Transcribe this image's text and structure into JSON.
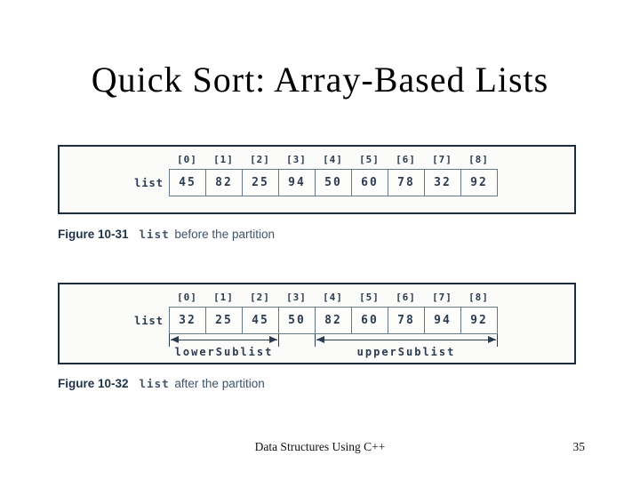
{
  "slide": {
    "title": "Quick Sort: Array-Based Lists",
    "footer": {
      "text": "Data Structures Using C++",
      "page_number": "35"
    }
  },
  "figures": [
    {
      "caption_label": "Figure 10-31",
      "caption_code": "list",
      "caption_rest": "before the partition",
      "array_label": "list",
      "indices": [
        "[0]",
        "[1]",
        "[2]",
        "[3]",
        "[4]",
        "[5]",
        "[6]",
        "[7]",
        "[8]"
      ],
      "values": [
        "45",
        "82",
        "25",
        "94",
        "50",
        "60",
        "78",
        "32",
        "92"
      ],
      "sublists": []
    },
    {
      "caption_label": "Figure 10-32",
      "caption_code": "list",
      "caption_rest": "after the partition",
      "array_label": "list",
      "indices": [
        "[0]",
        "[1]",
        "[2]",
        "[3]",
        "[4]",
        "[5]",
        "[6]",
        "[7]",
        "[8]"
      ],
      "values": [
        "32",
        "25",
        "45",
        "50",
        "82",
        "60",
        "78",
        "94",
        "92"
      ],
      "sublists": [
        {
          "label": "lowerSublist",
          "start_index": 0,
          "end_index": 2
        },
        {
          "label": "upperSublist",
          "start_index": 4,
          "end_index": 8
        }
      ]
    }
  ],
  "colors": {
    "figure_ink": "#2b3b50",
    "figure_outer_border": "#1f2c3d",
    "cell_border": "#66788c",
    "figure_background": "#fbfbf9",
    "caption_label": "#1d3349",
    "caption_text": "#3e536b",
    "title_text": "#000000"
  }
}
